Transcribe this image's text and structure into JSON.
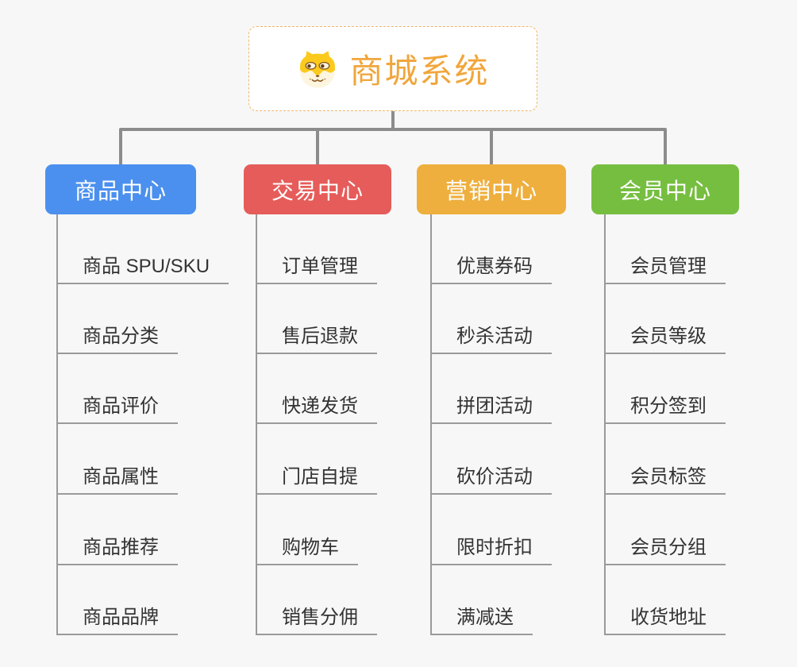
{
  "root": {
    "title": "商城系统",
    "icon": "dog-face-icon",
    "title_color": "#f0a63c"
  },
  "branches": [
    {
      "label": "商品中心",
      "color": "#4b90ee",
      "items": [
        "商品 SPU/SKU",
        "商品分类",
        "商品评价",
        "商品属性",
        "商品推荐",
        "商品品牌"
      ]
    },
    {
      "label": "交易中心",
      "color": "#e65c5a",
      "items": [
        "订单管理",
        "售后退款",
        "快递发货",
        "门店自提",
        "购物车",
        "销售分佣"
      ]
    },
    {
      "label": "营销中心",
      "color": "#eeaf3e",
      "items": [
        "优惠券码",
        "秒杀活动",
        "拼团活动",
        "砍价活动",
        "限时折扣",
        "满减送"
      ]
    },
    {
      "label": "会员中心",
      "color": "#76be40",
      "items": [
        "会员管理",
        "会员等级",
        "积分签到",
        "会员标签",
        "会员分组",
        "收货地址"
      ]
    }
  ],
  "connector_color": "#8c8c8c",
  "line_color": "#9a9a9a"
}
